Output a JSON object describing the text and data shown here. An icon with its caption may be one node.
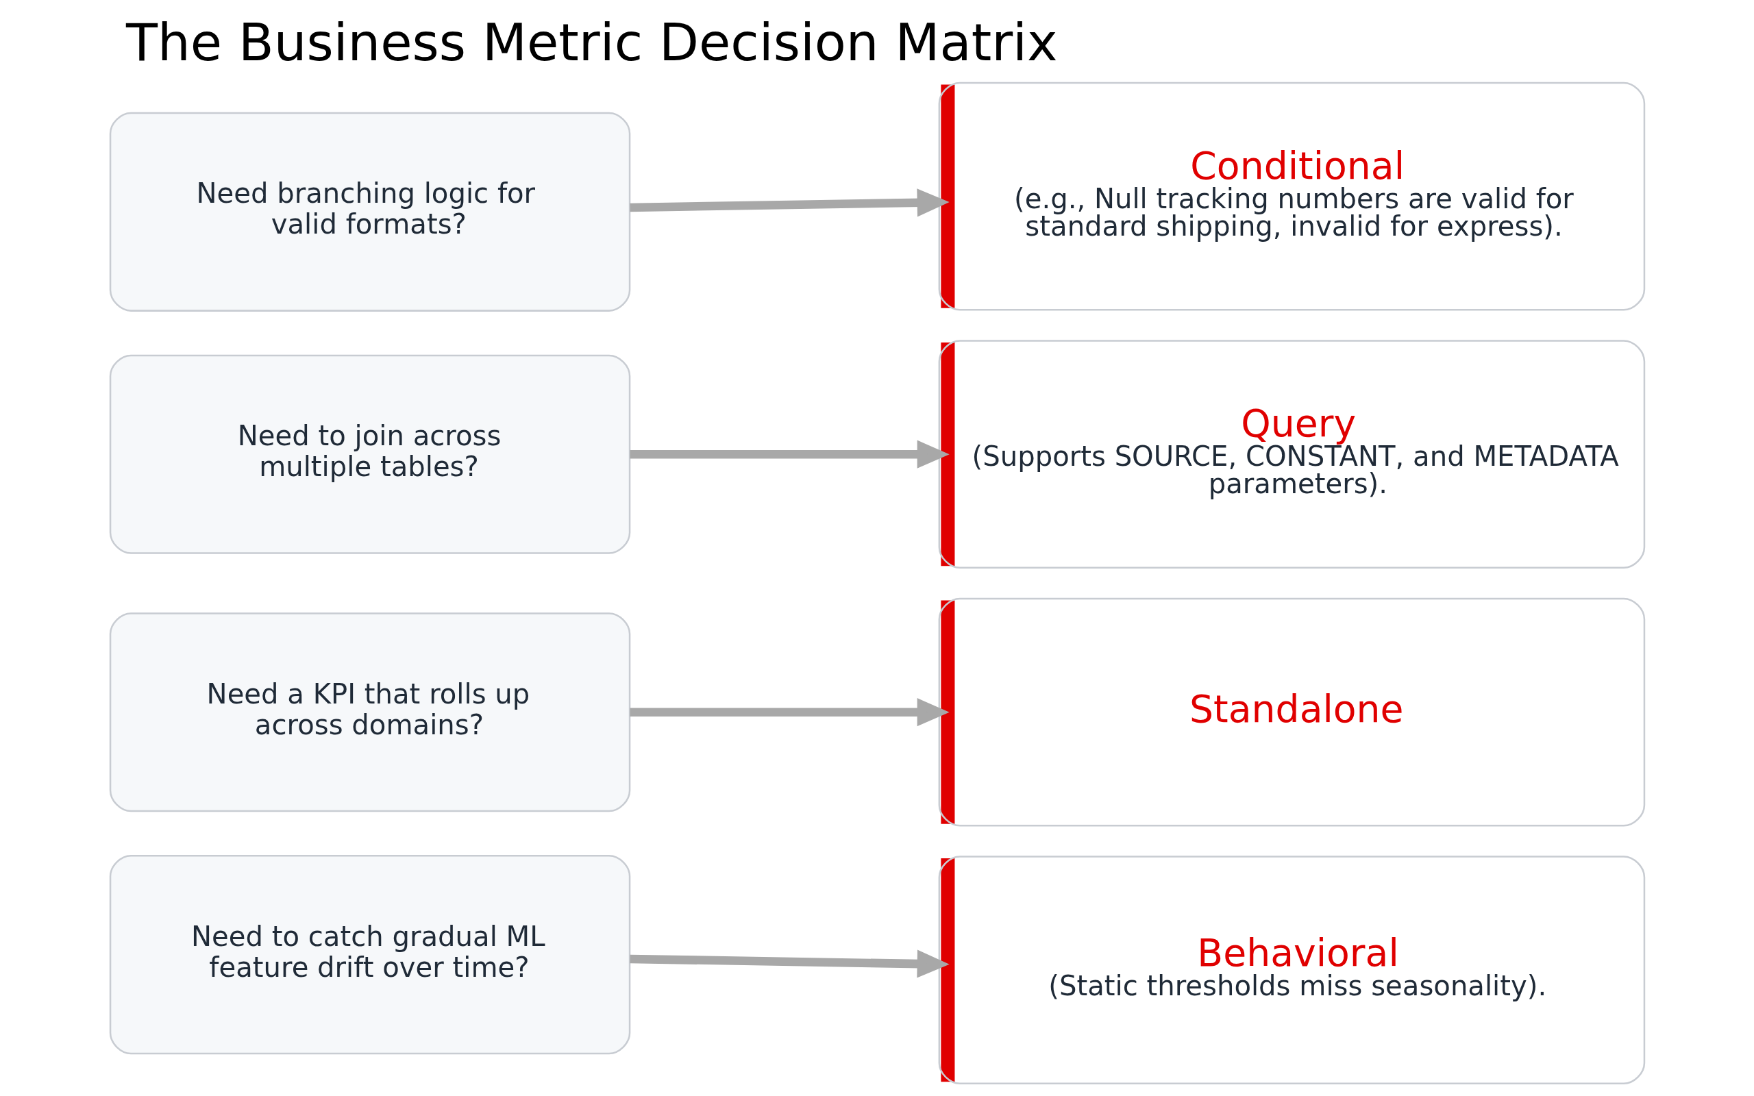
{
  "diagram": {
    "title": "The Business Metric Decision Matrix",
    "nodes": [
      {
        "text": [
          "Need branching logic for valid formats?"
        ]
      },
      {
        "text": [
          "Need to join across multiple tables?"
        ]
      },
      {
        "text": [
          "Need a KPI that rolls up across domains?"
        ]
      },
      {
        "text": [
          "Need to catch gradual ML feature drift over time?"
        ]
      },
      {
        "text": [
          "Conditional",
          "(e.g., Null tracking numbers are valid for standard shipping, invalid for express)."
        ]
      },
      {
        "text": [
          "Query",
          "(Supports SOURCE, CONSTANT, and METADATA parameters)."
        ]
      },
      {
        "text": [
          "Standalone"
        ]
      },
      {
        "text": [
          "Behavioral",
          "(Static thresholds miss seasonality)."
        ]
      }
    ],
    "edges": [
      {
        "from": 0,
        "to": 4,
        "arrow": "to"
      },
      {
        "from": 1,
        "to": 5,
        "arrow": "to"
      },
      {
        "from": 2,
        "to": 6,
        "arrow": "to"
      },
      {
        "from": 3,
        "to": 7,
        "arrow": "to"
      }
    ]
  }
}
